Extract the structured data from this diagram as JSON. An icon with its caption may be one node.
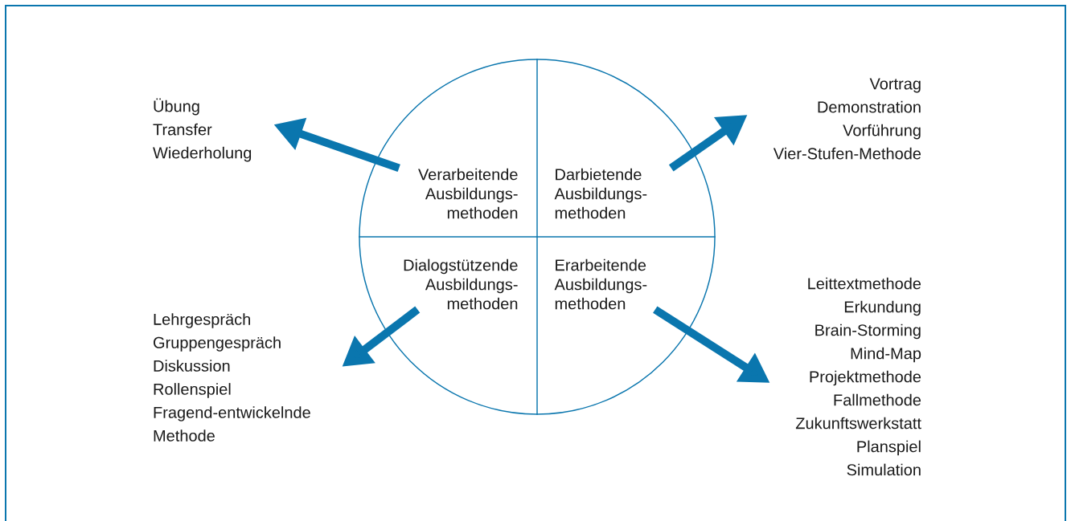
{
  "diagram": {
    "nodes": [
      {
        "text": [],
        "shape": "circle"
      },
      {
        "text": [
          "Verarbeitende Ausbildungs- methoden"
        ],
        "in": 0
      },
      {
        "text": [
          "Darbietende Ausbildungs- methoden"
        ],
        "in": 0
      },
      {
        "text": [
          "Dialogstützende Ausbildungs- methoden"
        ],
        "in": 0
      },
      {
        "text": [
          "Erarbeitende Ausbildungs- methoden"
        ],
        "in": 0
      },
      {
        "text": [
          "Übung",
          "Transfer",
          "Wiederholung"
        ]
      },
      {
        "text": [
          "Vortrag",
          "Demonstration",
          "Vorführung",
          "Vier-Stufen-Methode"
        ]
      },
      {
        "text": [
          "Lehrgespräch",
          "Gruppengespräch",
          "Diskussion",
          "Rollenspiel",
          "Fragend-entwickelnde Methode"
        ]
      },
      {
        "text": [
          "Leittextmethode",
          "Erkundung",
          "Brain-Storming",
          "Mind-Map",
          "Projektmethode",
          "Fallmethode",
          "Zukunftswerkstatt",
          "Planspiel",
          "Simulation"
        ]
      }
    ],
    "edges": [
      {
        "from": 1,
        "to": 5,
        "arrow": "to"
      },
      {
        "from": 2,
        "to": 6,
        "arrow": "to"
      },
      {
        "from": 3,
        "to": 7,
        "arrow": "to"
      },
      {
        "from": 4,
        "to": 8,
        "arrow": "to"
      }
    ]
  }
}
